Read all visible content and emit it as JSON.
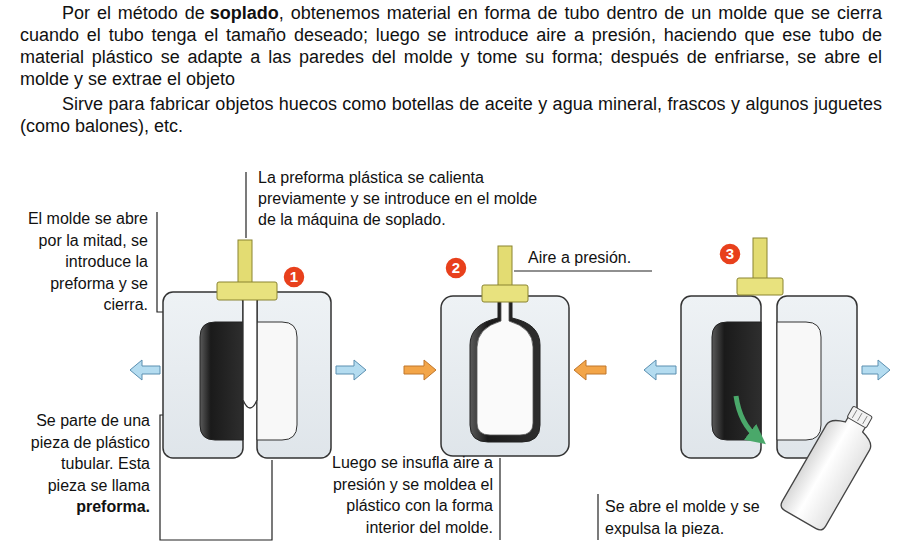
{
  "diagram": {
    "nodes": [
      {
        "text": [
          "1"
        ]
      },
      {
        "text": [
          "2"
        ]
      },
      {
        "text": [
          "3"
        ]
      }
    ],
    "labels": [
      "Por el método de",
      "soplado",
      ", obtenemos material en forma de tubo dentro de un molde que se cierra cuando el tubo tenga el tamaño deseado; luego se introduce aire a presión, haciendo que ese tubo de material plástico se adapte a las paredes del molde y tome su forma; después de enfriarse, se abre el molde y se extrae el objeto",
      "Sirve para fabricar objetos huecos como botellas de aceite y agua mineral, frascos y algunos juguetes (como balones), etc.",
      "La preforma plástica se calienta previamente y se introduce en el molde de la máquina de soplado.",
      "El molde se abre por la mitad, se introduce la preforma y se cierra.",
      "Aire a presión.",
      "Se parte de una pieza de plástico tubular. Esta pieza se llama",
      "preforma.",
      "Luego se insufla aire a presión y se moldea el plástico con la forma interior del molde.",
      "Se abre el molde y se expulsa la pieza."
    ]
  }
}
